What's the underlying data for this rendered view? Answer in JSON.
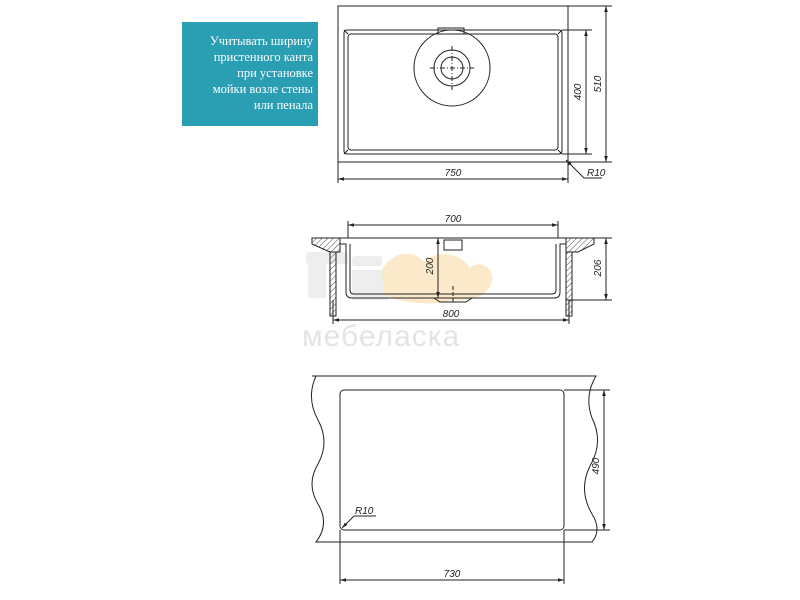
{
  "note": {
    "lines": [
      "Учитывать ширину",
      "пристенного канта",
      "при установке",
      "мойки возле стены",
      "или пенала"
    ]
  },
  "top_view": {
    "width_label": "750",
    "height_label": "510",
    "inner_height_label": "400",
    "radius_label": "R10"
  },
  "section_view": {
    "inner_width_label": "700",
    "outer_width_label": "800",
    "depth_label": "200",
    "total_height_label": "206"
  },
  "cutout_view": {
    "width_label": "730",
    "height_label": "490",
    "radius_label": "R10"
  },
  "watermark": {
    "text": "мебеласка"
  },
  "colors": {
    "note_bg": "#2a9eb2",
    "note_text": "#ffffff",
    "line": "#222222",
    "watermark": "#e4e4e4"
  }
}
